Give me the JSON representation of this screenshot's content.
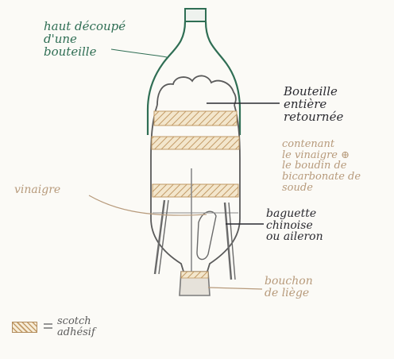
{
  "labels": {
    "haut_decoupe": "haut découpé\nd'une\nbouteille",
    "bouteille_entiere": "Bouteille\nentière\nretournée",
    "contenant": "contenant\nle vinaigre ⊕\nle boudin de\nbicarbonate de\nsoude",
    "vinaigre": "vinaigre",
    "baguette": "baguette\nchinoise\nou aileron",
    "bouchon": "bouchon\nde liège"
  },
  "legend": {
    "equals": "=",
    "text": "scotch\nadhésif"
  },
  "colors": {
    "green_ink": "#2f6e54",
    "pencil": "#5a5a5a",
    "tape_hatch": "#c29a65",
    "beige_ink": "#b79a7b"
  }
}
